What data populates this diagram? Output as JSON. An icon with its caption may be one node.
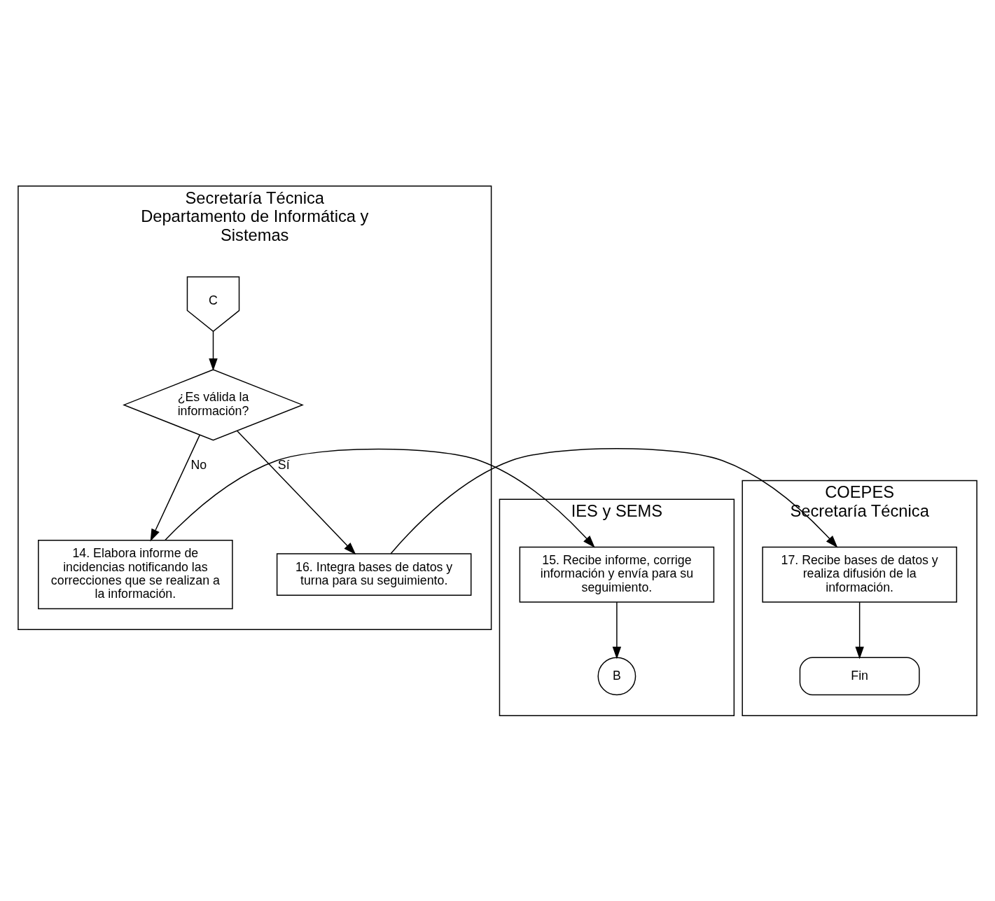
{
  "diagram": {
    "nodes": [
      {
        "text": [
          "Secretaría Técnica",
          "Departamento de Informática y Sistemas"
        ]
      },
      {
        "text": [
          "IES y SEMS"
        ]
      },
      {
        "text": [
          "COEPES",
          "Secretaría Técnica"
        ]
      },
      {
        "text": [
          "C"
        ],
        "in": 0
      },
      {
        "text": [
          "¿Es válida la información?"
        ],
        "in": 0
      },
      {
        "text": [
          "14. Elabora informe de incidencias notificando las correcciones que se realizan a la información."
        ],
        "in": 0
      },
      {
        "text": [
          "15. Recibe informe, corrige información y envía para su seguimiento."
        ],
        "in": 1
      },
      {
        "text": [
          "B"
        ],
        "in": 1
      },
      {
        "text": [
          "16. Integra bases de datos y turna para su seguimiento."
        ],
        "in": 0
      },
      {
        "text": [
          "17. Recibe bases de datos y realiza difusión de la información."
        ],
        "in": 2
      },
      {
        "text": [
          "Fin"
        ],
        "in": 2
      }
    ],
    "edges": [
      {
        "from": 3,
        "to": 4,
        "arrow": "to"
      },
      {
        "from": 4,
        "to": 8,
        "arrow": "to",
        "label": "Sí"
      },
      {
        "from": 4,
        "to": 5,
        "arrow": "to",
        "label": "No"
      },
      {
        "from": 5,
        "to": 6,
        "arrow": "to"
      },
      {
        "from": 6,
        "to": 7,
        "arrow": "to"
      },
      {
        "from": 8,
        "to": 9,
        "arrow": "to"
      },
      {
        "from": 9,
        "to": 10,
        "arrow": "to"
      }
    ]
  }
}
